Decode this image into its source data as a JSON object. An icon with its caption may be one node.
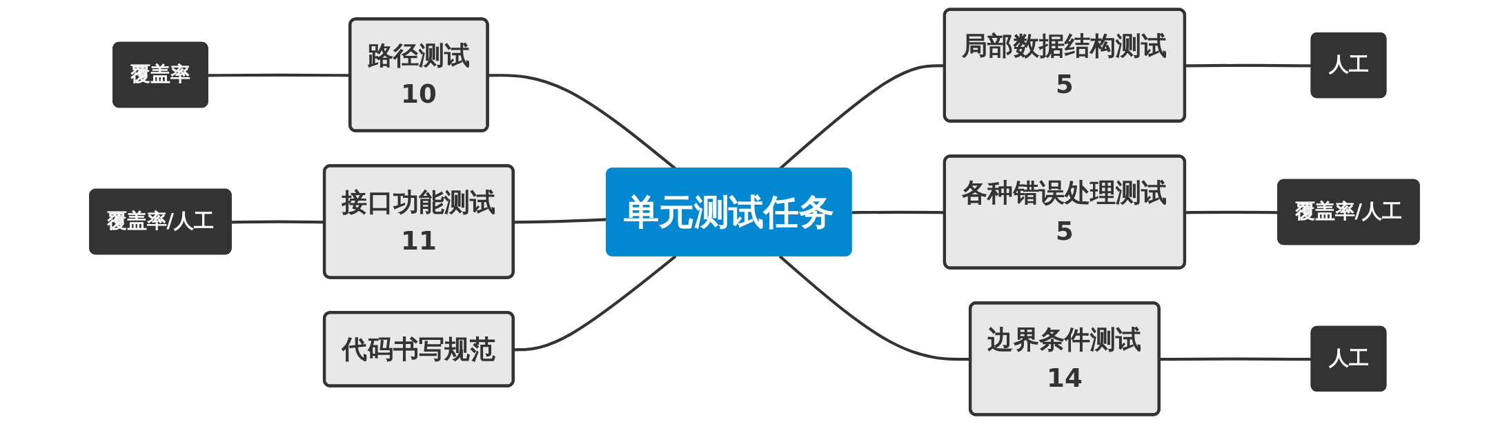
{
  "diagram": {
    "nodes": [
      {
        "text": [
          "单元测试任务"
        ]
      },
      {
        "text": [
          "覆盖率"
        ]
      },
      {
        "text": [
          "路径测试",
          "10"
        ]
      },
      {
        "text": [
          "覆盖率/人工"
        ]
      },
      {
        "text": [
          "接口功能测试",
          "11"
        ]
      },
      {
        "text": [
          "代码书写规范"
        ]
      },
      {
        "text": [
          "局部数据结构测试",
          "5"
        ]
      },
      {
        "text": [
          "人工"
        ]
      },
      {
        "text": [
          "各种错误处理测试",
          "5"
        ]
      },
      {
        "text": [
          "覆盖率/人工"
        ]
      },
      {
        "text": [
          "边界条件测试",
          "14"
        ]
      },
      {
        "text": [
          "人工"
        ]
      }
    ],
    "edges": [
      {
        "from": 1,
        "to": 2,
        "arrow": "none"
      },
      {
        "from": 2,
        "to": 0,
        "arrow": "none"
      },
      {
        "from": 3,
        "to": 4,
        "arrow": "none"
      },
      {
        "from": 4,
        "to": 0,
        "arrow": "none"
      },
      {
        "from": 5,
        "to": 0,
        "arrow": "none"
      },
      {
        "from": 0,
        "to": 6,
        "arrow": "none"
      },
      {
        "from": 6,
        "to": 7,
        "arrow": "none"
      },
      {
        "from": 0,
        "to": 8,
        "arrow": "none"
      },
      {
        "from": 8,
        "to": 9,
        "arrow": "none"
      },
      {
        "from": 0,
        "to": 10,
        "arrow": "none"
      },
      {
        "from": 10,
        "to": 11,
        "arrow": "none"
      }
    ]
  }
}
